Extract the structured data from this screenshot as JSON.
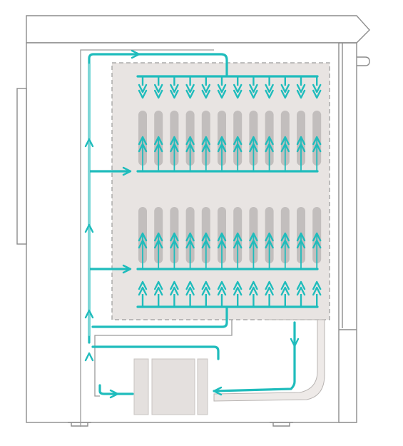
{
  "figure": {
    "type": "airflow-diagram",
    "colors": {
      "background": "#ffffff",
      "outline": "#8c8c8c",
      "chamber_fill": "#e8e4e2",
      "chamber_border": "#9a9a9a",
      "sample_fill": "#c2bebd",
      "airflow": "#1fbcbc",
      "airflow_light": "#7fd6d6"
    },
    "racks": [
      {
        "label": "",
        "direction": "down",
        "position": "top-diffuser",
        "count": 12
      },
      {
        "label": "",
        "direction": "up",
        "position": "upper-sample-rack",
        "count": 12
      },
      {
        "label": "",
        "direction": "up",
        "position": "lower-sample-rack",
        "count": 12
      },
      {
        "label": "",
        "direction": "up",
        "position": "bottom-diffuser",
        "count": 12
      }
    ],
    "icons": [
      "airflow-arrow-icon",
      "sample-tube-icon",
      "fan-unit-icon",
      "door-handle-icon",
      "foot-icon"
    ]
  }
}
